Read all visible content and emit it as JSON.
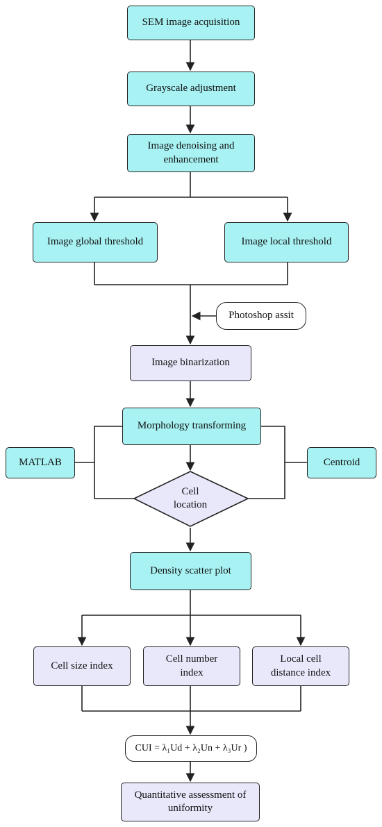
{
  "nodes": {
    "sem_acquisition": "SEM image acquisition",
    "grayscale": "Grayscale adjustment",
    "denoising": "Image denoising and enhancement",
    "global_threshold": "Image global threshold",
    "local_threshold": "Image local threshold",
    "photoshop": "Photoshop assit",
    "binarization": "Image binarization",
    "morphology": "Morphology transforming",
    "matlab": "MATLAB",
    "centroid": "Centroid",
    "cell_location": "Cell location",
    "density_scatter": "Density scatter plot",
    "cell_size": "Cell size index",
    "cell_number": "Cell number index",
    "local_distance": "Local cell distance index",
    "cui_formula": "CUI = λ₁Ud + λ₂Un + λ₃Ur )",
    "assessment": "Quantitative assessment of uniformity"
  },
  "colors": {
    "process_fill": "#a8f2f3",
    "result_fill": "#e9e8fb",
    "stroke": "#222222"
  }
}
